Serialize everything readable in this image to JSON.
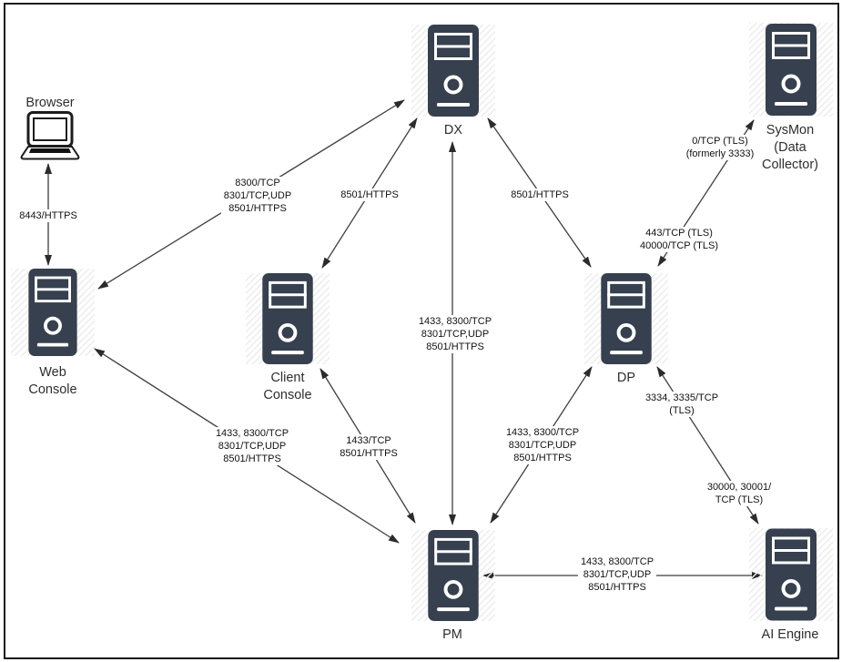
{
  "colors": {
    "server_fill": "#36404E",
    "line": "#3F3F3F",
    "edge_label_text": "#111111",
    "node_label_text": "#2E2E2E",
    "background": "#FFFFFF",
    "border": "#1A1A1A"
  },
  "nodes": {
    "browser": {
      "label": "Browser"
    },
    "dx": {
      "label": "DX"
    },
    "sysmon": {
      "label": "SysMon\n(Data\nCollector)"
    },
    "web_console": {
      "label": "Web\nConsole"
    },
    "client_console": {
      "label": "Client\nConsole"
    },
    "dp": {
      "label": "DP"
    },
    "pm": {
      "label": "PM"
    },
    "ai_engine": {
      "label": "AI Engine"
    }
  },
  "edge_labels": {
    "browser_webconsole": "8443/HTTPS",
    "webconsole_dx": "8300/TCP\n8301/TCP,UDP\n8501/HTTPS",
    "clientconsole_dx": "8501/HTTPS",
    "dx_dp": "8501/HTTPS",
    "dx_pm": "1433, 8300/TCP\n8301/TCP,UDP\n8501/HTTPS",
    "webconsole_pm": "1433, 8300/TCP\n8301/TCP,UDP\n8501/HTTPS",
    "clientconsole_pm": "1433/TCP\n8501/HTTPS",
    "dp_pm": "1433, 8300/TCP\n8301/TCP,UDP\n8501/HTTPS",
    "dp_sysmon": "0/TCP (TLS)\n(formerly 3333)",
    "sysmon_dp": "443/TCP (TLS)\n40000/TCP (TLS)",
    "aiengine_dp": "3334, 3335/TCP\n(TLS)",
    "dp_aiengine": "30000, 30001/\nTCP (TLS)",
    "pm_aiengine": "1433, 8300/TCP\n8301/TCP,UDP\n8501/HTTPS"
  }
}
